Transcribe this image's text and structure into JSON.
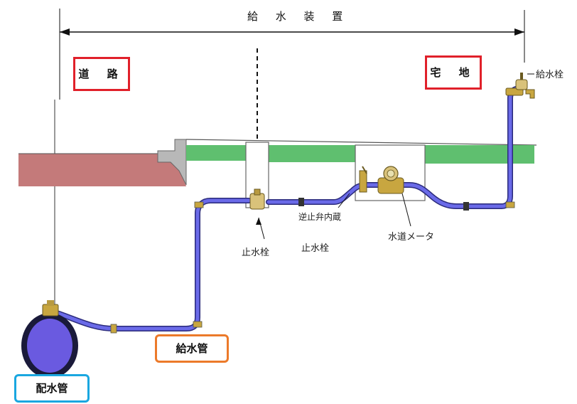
{
  "diagram": {
    "title": "給 水 装 置",
    "area_road": "道 路",
    "area_lot": "宅 地",
    "labels": {
      "faucet": "給水栓",
      "check_valve": "逆止弁内蔵",
      "stop_valve_1": "止水栓",
      "stop_valve_2": "止水栓",
      "water_meter": "水道メータ",
      "service_pipe": "給水管",
      "distribution_main": "配水管"
    },
    "colors": {
      "pipe": "#5a5ad8",
      "pipe_outline": "#2a2a7a",
      "road": "#c47a7a",
      "ground_green": "#5fbf6f",
      "red_box": "#e0202a",
      "orange_box": "#ec7a2a",
      "blue_box": "#1aa7e0",
      "main_fill": "#6a5ae0"
    },
    "icons": [
      "faucet-icon",
      "stop-valve-icon",
      "water-meter-icon",
      "check-valve-icon",
      "distribution-main-icon"
    ]
  }
}
